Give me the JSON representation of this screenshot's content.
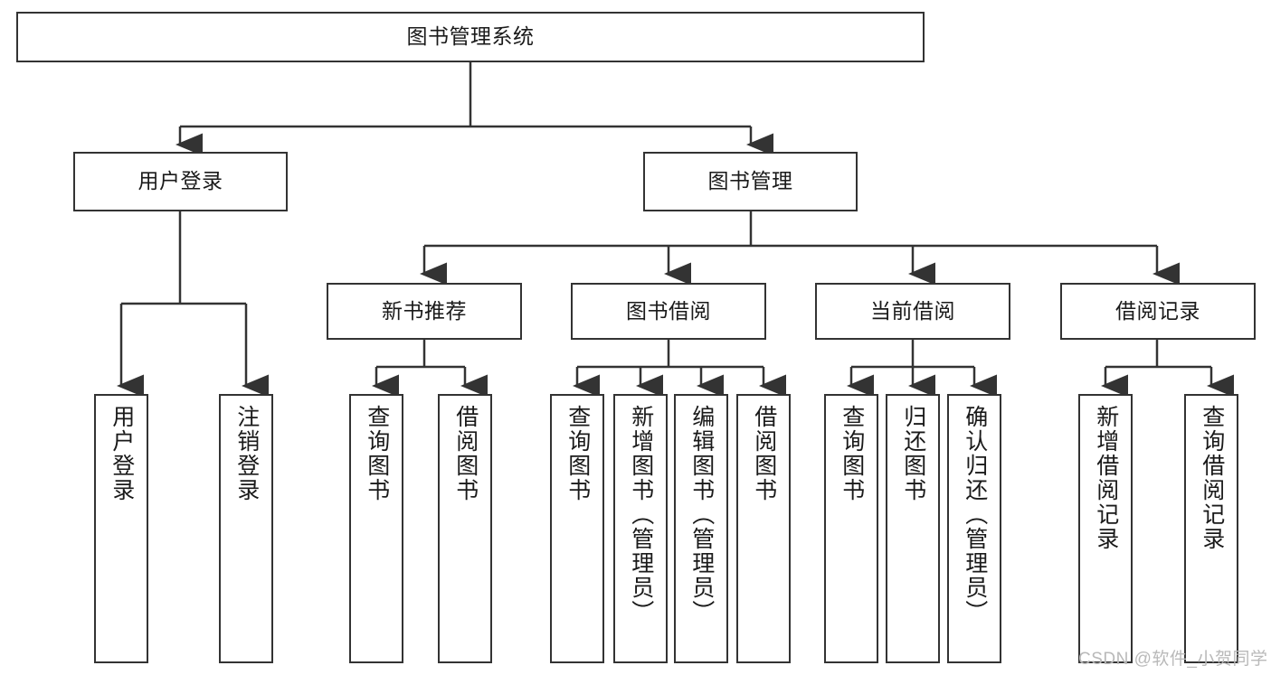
{
  "diagram": {
    "type": "tree-hierarchy",
    "title": "图书管理系统",
    "colors": {
      "box_border": "#333333",
      "box_fill": "#ffffff",
      "connector": "#333333",
      "text": "#1a1a1a",
      "watermark": "#b9b9b9",
      "background": "#ffffff"
    },
    "levels": {
      "root": {
        "label": "图书管理系统"
      },
      "level2": [
        {
          "label": "用户登录"
        },
        {
          "label": "图书管理"
        }
      ],
      "level3": [
        {
          "label": "新书推荐"
        },
        {
          "label": "图书借阅"
        },
        {
          "label": "当前借阅"
        },
        {
          "label": "借阅记录"
        }
      ],
      "leaves": {
        "user_login": [
          {
            "label": "用户登录"
          },
          {
            "label": "注销登录"
          }
        ],
        "new_book_recommend": [
          {
            "label": "查询图书"
          },
          {
            "label": "借阅图书"
          }
        ],
        "book_borrow": [
          {
            "label": "查询图书"
          },
          {
            "label": "新增图书（管理员）"
          },
          {
            "label": "编辑图书（管理员）"
          },
          {
            "label": "借阅图书"
          }
        ],
        "current_borrow": [
          {
            "label": "查询图书"
          },
          {
            "label": "归还图书"
          },
          {
            "label": "确认归还（管理员）"
          }
        ],
        "borrow_record": [
          {
            "label": "新增借阅记录"
          },
          {
            "label": "查询借阅记录"
          }
        ]
      }
    },
    "watermark": "CSDN @软件_小贺同学"
  }
}
